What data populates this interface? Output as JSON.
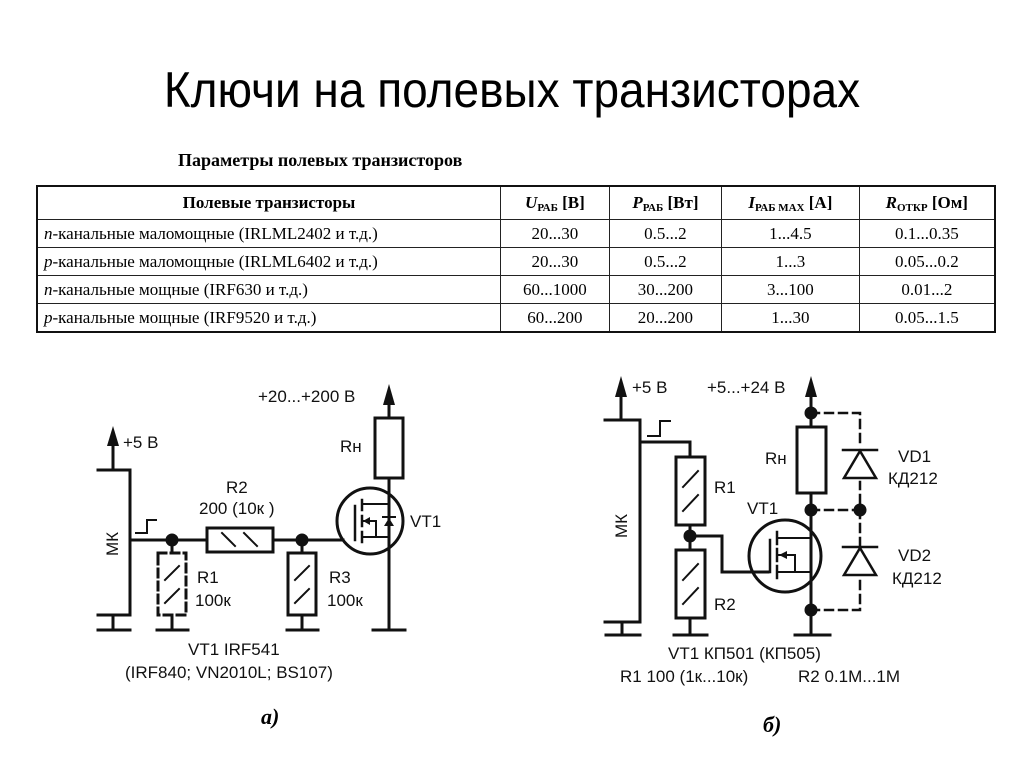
{
  "slide": {
    "title": "Ключи на полевых транзисторах"
  },
  "table": {
    "caption": "Параметры полевых транзисторов",
    "headers": {
      "name": "Полевые транзисторы",
      "u_sym": "U",
      "u_sub": "РАБ",
      "u_unit": "[В]",
      "p_sym": "P",
      "p_sub": "РАБ",
      "p_unit": "[Вт]",
      "i_sym": "I",
      "i_sub": "РАБ MAX",
      "i_unit": "[А]",
      "r_sym": "R",
      "r_sub": "ОТКР",
      "r_unit": "[Ом]"
    },
    "rows": [
      {
        "prefix": "n",
        "name": "-канальные маломощные (IRLML2402 и т.д.)",
        "u": "20...30",
        "p": "0.5...2",
        "i": "1...4.5",
        "r": "0.1...0.35"
      },
      {
        "prefix": "p",
        "name": "-канальные маломощные (IRLML6402 и т.д.)",
        "u": "20...30",
        "p": "0.5...2",
        "i": "1...3",
        "r": "0.05...0.2"
      },
      {
        "prefix": "n",
        "name": "-канальные мощные (IRF630 и т.д.)",
        "u": "60...1000",
        "p": "30...200",
        "i": "3...100",
        "r": "0.01...2"
      },
      {
        "prefix": "p",
        "name": "-канальные мощные (IRF9520 и т.д.)",
        "u": "60...200",
        "p": "20...200",
        "i": "1...30",
        "r": "0.05...1.5"
      }
    ]
  },
  "circuit_a": {
    "supply_high": "+20...+200 В",
    "supply_logic": "+5 В",
    "mcu": "МК",
    "load": "Rн",
    "r2_label": "R2",
    "r2_value": "200 (10к )",
    "r1_label": "R1",
    "r1_value": "100к",
    "r3_label": "R3",
    "r3_value": "100к",
    "transistor": "VT1",
    "part_line1": "VT1 IRF541",
    "part_line2": "(IRF840; VN2010L; BS107)",
    "caption": "а)"
  },
  "circuit_b": {
    "supply_logic": "+5 В",
    "supply_load": "+5...+24 В",
    "mcu": "МК",
    "load": "Rн",
    "r1_label": "R1",
    "r2_label": "R2",
    "transistor": "VT1",
    "vd1": "VD1",
    "vd1_part": "КД212",
    "vd2": "VD2",
    "vd2_part": "КД212",
    "part_line1": "VT1 КП501 (КП505)",
    "part_line2a": "R1 100 (1к...10к)",
    "part_line2b": "R2 0.1M...1M",
    "caption": "б)"
  }
}
